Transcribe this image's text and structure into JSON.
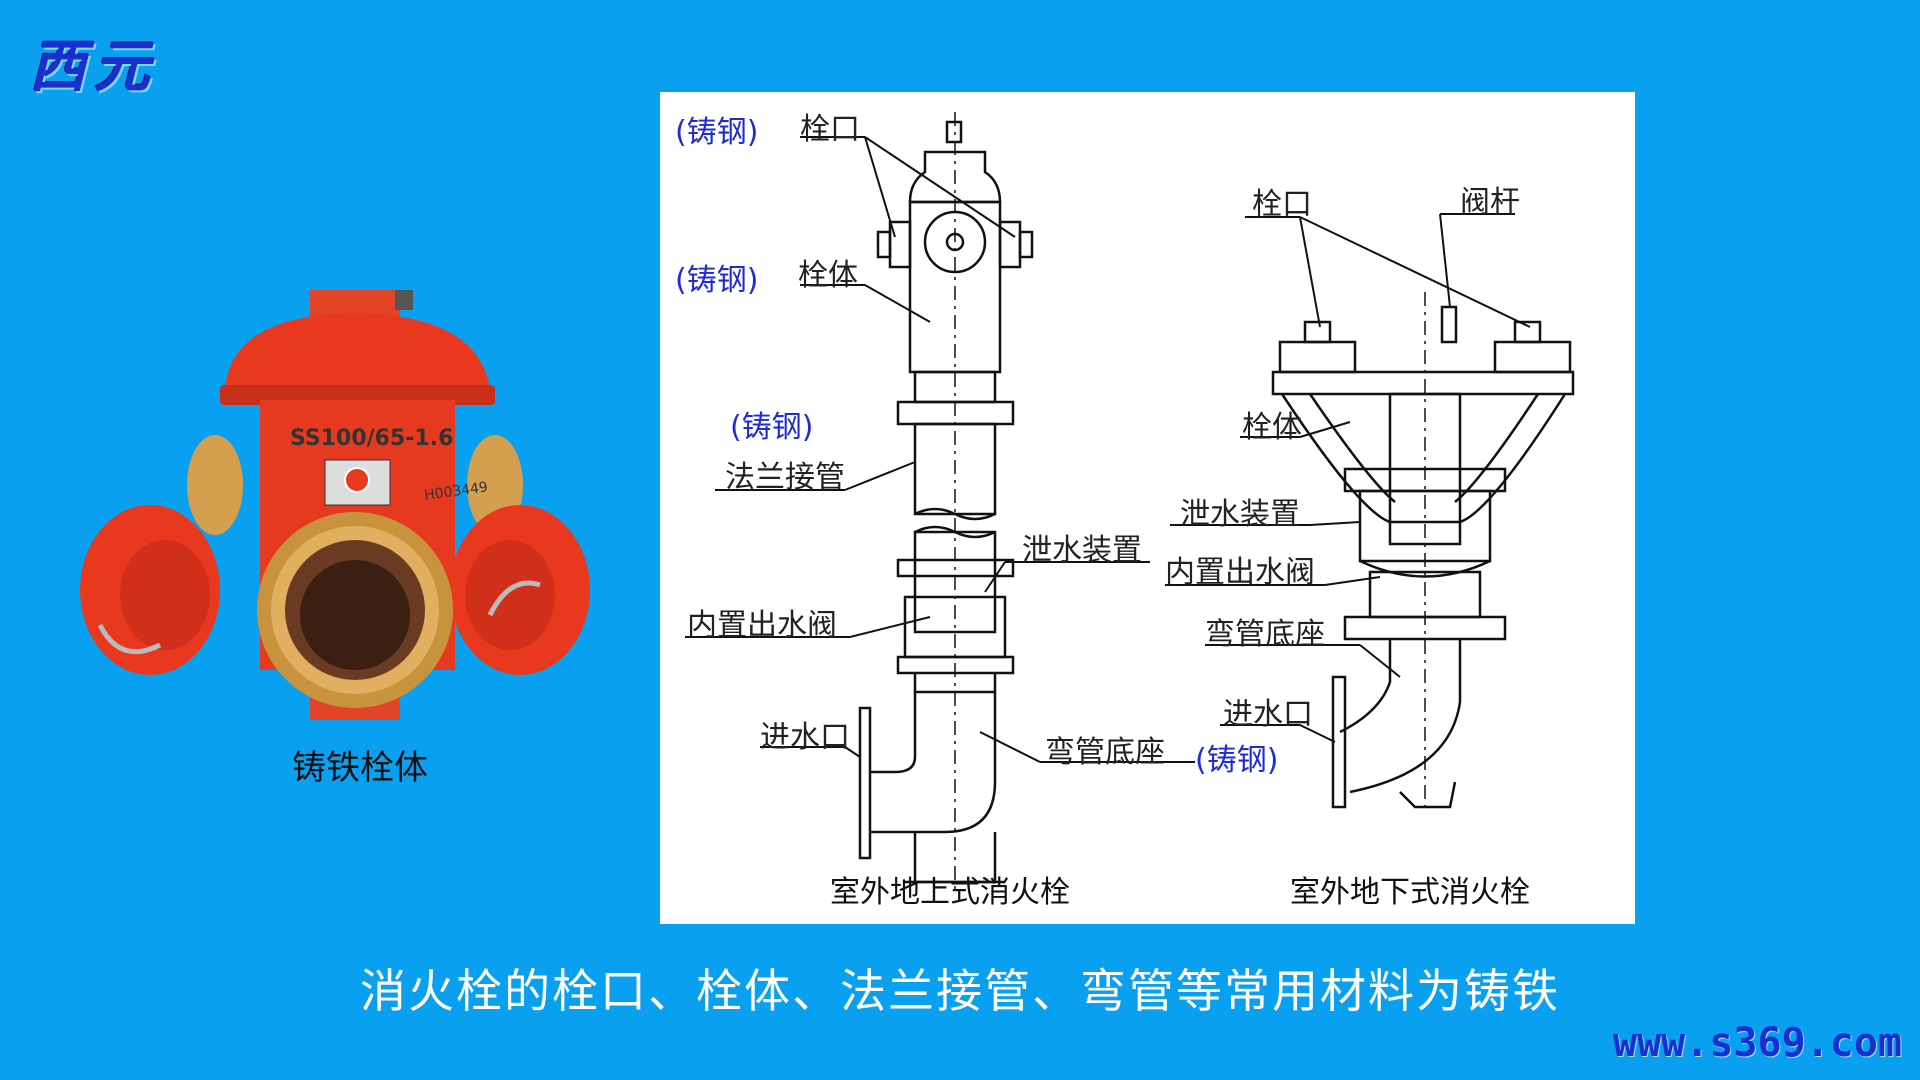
{
  "logo_text": "西元",
  "photo": {
    "caption": "铸铁栓体",
    "marking_top": "SS100/65-1.6",
    "marking_side": "H003449"
  },
  "diagram": {
    "left_caption": "室外地上式消火栓",
    "right_caption": "室外地下式消火栓",
    "left_labels": {
      "mat_outlet": "(铸钢)",
      "outlet": "栓口",
      "mat_body": "(铸钢)",
      "body": "栓体",
      "mat_flange": "(铸钢)",
      "flange_pipe": "法兰接管",
      "drain": "泄水装置",
      "valve": "内置出水阀",
      "inlet": "进水口",
      "elbow": "弯管底座",
      "mat_elbow": "(铸钢)"
    },
    "right_labels": {
      "outlet": "栓口",
      "stem": "阀杆",
      "body": "栓体",
      "drain": "泄水装置",
      "valve": "内置出水阀",
      "elbow": "弯管底座",
      "inlet": "进水口"
    }
  },
  "subtitle": "消火栓的栓口、栓体、法兰接管、弯管等常用材料为铸铁",
  "url": "www.s369.com",
  "colors": {
    "background": "#0aa0f0",
    "hydrant_red": "#e8381e",
    "brass": "#d4a050",
    "material_label": "#1f2bd6"
  }
}
